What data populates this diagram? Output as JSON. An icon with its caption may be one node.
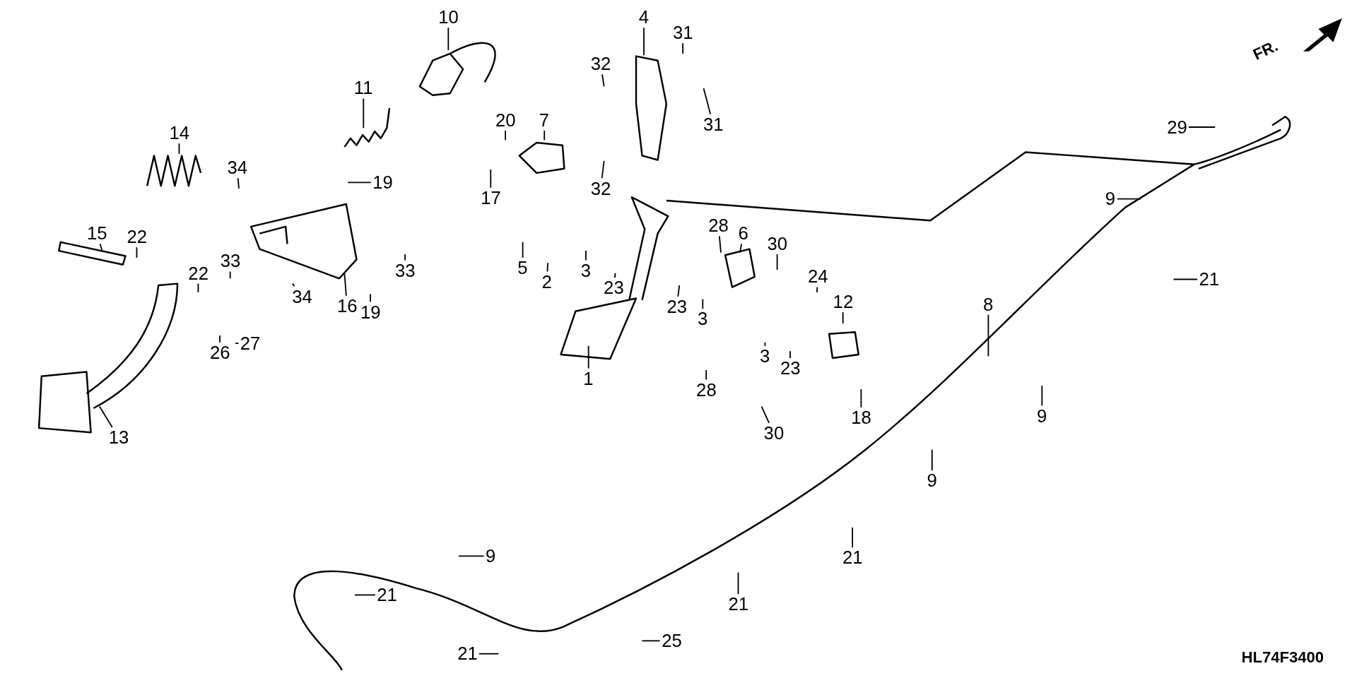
{
  "diagram": {
    "nodes": [
      {
        "text": [
          "10"
        ]
      },
      {
        "text": [
          "4"
        ]
      },
      {
        "text": [
          "31"
        ]
      },
      {
        "text": [
          "32"
        ]
      },
      {
        "text": [
          "31"
        ]
      },
      {
        "text": [
          "11"
        ]
      },
      {
        "text": [
          "14"
        ]
      },
      {
        "text": [
          "34"
        ]
      },
      {
        "text": [
          "19"
        ]
      },
      {
        "text": [
          "20"
        ]
      },
      {
        "text": [
          "7"
        ]
      },
      {
        "text": [
          "17"
        ]
      },
      {
        "text": [
          "32"
        ]
      },
      {
        "text": [
          "29"
        ]
      },
      {
        "text": [
          "9"
        ]
      },
      {
        "text": [
          "15"
        ]
      },
      {
        "text": [
          "22"
        ]
      },
      {
        "text": [
          "33"
        ]
      },
      {
        "text": [
          "33"
        ]
      },
      {
        "text": [
          "5"
        ]
      },
      {
        "text": [
          "2"
        ]
      },
      {
        "text": [
          "3"
        ]
      },
      {
        "text": [
          "23"
        ]
      },
      {
        "text": [
          "28"
        ]
      },
      {
        "text": [
          "6"
        ]
      },
      {
        "text": [
          "30"
        ]
      },
      {
        "text": [
          "21"
        ]
      },
      {
        "text": [
          "22"
        ]
      },
      {
        "text": [
          "34"
        ]
      },
      {
        "text": [
          "19"
        ]
      },
      {
        "text": [
          "16"
        ]
      },
      {
        "text": [
          "24"
        ]
      },
      {
        "text": [
          "12"
        ]
      },
      {
        "text": [
          "8"
        ]
      },
      {
        "text": [
          "23"
        ]
      },
      {
        "text": [
          "3"
        ]
      },
      {
        "text": [
          "3"
        ]
      },
      {
        "text": [
          "23"
        ]
      },
      {
        "text": [
          "1"
        ]
      },
      {
        "text": [
          "27"
        ]
      },
      {
        "text": [
          "26"
        ]
      },
      {
        "text": [
          "28"
        ]
      },
      {
        "text": [
          "18"
        ]
      },
      {
        "text": [
          "30"
        ]
      },
      {
        "text": [
          "13"
        ]
      },
      {
        "text": [
          "9"
        ]
      },
      {
        "text": [
          "9"
        ]
      },
      {
        "text": [
          "21"
        ]
      },
      {
        "text": [
          "9"
        ]
      },
      {
        "text": [
          "21"
        ]
      },
      {
        "text": [
          "21"
        ]
      },
      {
        "text": [
          "25"
        ]
      },
      {
        "text": [
          "21"
        ]
      }
    ],
    "edges": [
      {
        "from": 0,
        "to": null,
        "arrow": "none"
      },
      {
        "from": 1,
        "to": null,
        "arrow": "none"
      },
      {
        "from": 2,
        "to": null,
        "arrow": "none"
      },
      {
        "from": 3,
        "to": null,
        "arrow": "none"
      },
      {
        "from": 4,
        "to": null,
        "arrow": "none"
      },
      {
        "from": 5,
        "to": null,
        "arrow": "none"
      },
      {
        "from": 6,
        "to": null,
        "arrow": "none"
      },
      {
        "from": 7,
        "to": null,
        "arrow": "none"
      },
      {
        "from": 8,
        "to": null,
        "arrow": "none"
      },
      {
        "from": 9,
        "to": null,
        "arrow": "none"
      },
      {
        "from": 10,
        "to": null,
        "arrow": "none"
      },
      {
        "from": 11,
        "to": null,
        "arrow": "none"
      },
      {
        "from": 12,
        "to": null,
        "arrow": "none"
      },
      {
        "from": 13,
        "to": null,
        "arrow": "none"
      },
      {
        "from": 14,
        "to": null,
        "arrow": "none"
      },
      {
        "from": 15,
        "to": null,
        "arrow": "none"
      },
      {
        "from": 16,
        "to": null,
        "arrow": "none"
      },
      {
        "from": 17,
        "to": null,
        "arrow": "none"
      },
      {
        "from": 18,
        "to": null,
        "arrow": "none"
      },
      {
        "from": 19,
        "to": null,
        "arrow": "none"
      },
      {
        "from": 20,
        "to": null,
        "arrow": "none"
      },
      {
        "from": 21,
        "to": null,
        "arrow": "none"
      },
      {
        "from": 22,
        "to": null,
        "arrow": "none"
      },
      {
        "from": 23,
        "to": null,
        "arrow": "none"
      },
      {
        "from": 24,
        "to": null,
        "arrow": "none"
      },
      {
        "from": 25,
        "to": null,
        "arrow": "none"
      },
      {
        "from": 26,
        "to": null,
        "arrow": "none"
      },
      {
        "from": 27,
        "to": null,
        "arrow": "none"
      },
      {
        "from": 28,
        "to": null,
        "arrow": "none"
      },
      {
        "from": 29,
        "to": null,
        "arrow": "none"
      },
      {
        "from": 30,
        "to": null,
        "arrow": "none"
      },
      {
        "from": 31,
        "to": null,
        "arrow": "none"
      },
      {
        "from": 32,
        "to": null,
        "arrow": "none"
      },
      {
        "from": 33,
        "to": null,
        "arrow": "none"
      },
      {
        "from": 34,
        "to": null,
        "arrow": "none"
      },
      {
        "from": 35,
        "to": null,
        "arrow": "none"
      },
      {
        "from": 36,
        "to": null,
        "arrow": "none"
      },
      {
        "from": 37,
        "to": null,
        "arrow": "none"
      },
      {
        "from": 38,
        "to": null,
        "arrow": "none"
      },
      {
        "from": 39,
        "to": null,
        "arrow": "none"
      },
      {
        "from": 40,
        "to": null,
        "arrow": "none"
      },
      {
        "from": 41,
        "to": null,
        "arrow": "none"
      },
      {
        "from": 42,
        "to": null,
        "arrow": "none"
      },
      {
        "from": 43,
        "to": null,
        "arrow": "none"
      },
      {
        "from": 44,
        "to": null,
        "arrow": "none"
      },
      {
        "from": 45,
        "to": null,
        "arrow": "none"
      },
      {
        "from": 46,
        "to": null,
        "arrow": "none"
      },
      {
        "from": 47,
        "to": null,
        "arrow": "none"
      },
      {
        "from": 48,
        "to": null,
        "arrow": "none"
      },
      {
        "from": 49,
        "to": null,
        "arrow": "none"
      },
      {
        "from": 50,
        "to": null,
        "arrow": "none"
      },
      {
        "from": 51,
        "to": null,
        "arrow": "none"
      },
      {
        "from": 52,
        "to": null,
        "arrow": "none"
      }
    ],
    "labels": [
      "FR.",
      "HL74F3400"
    ]
  }
}
